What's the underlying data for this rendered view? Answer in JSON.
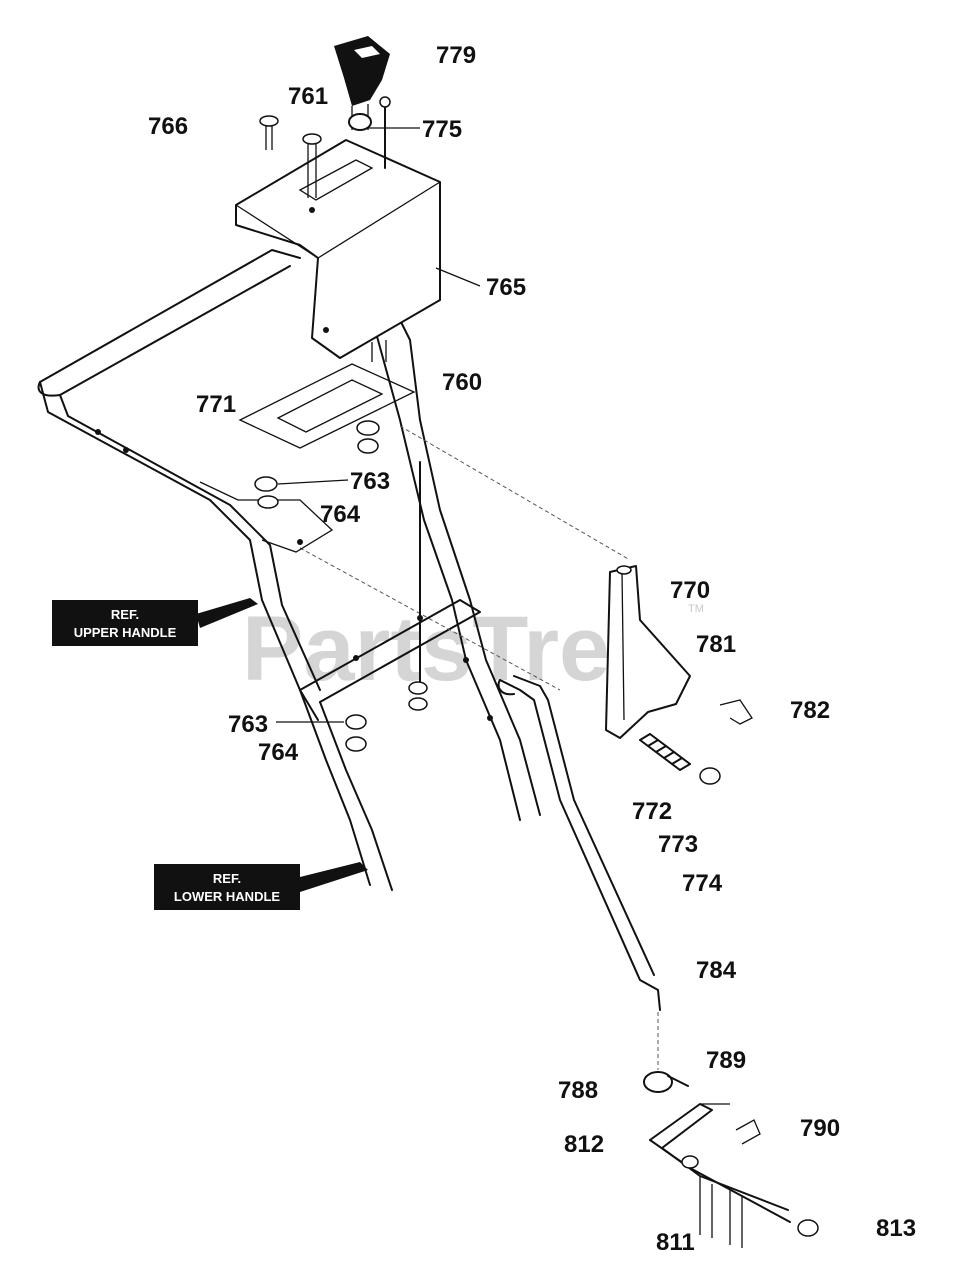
{
  "watermark": {
    "text": "PartsTree",
    "trademark": "TM"
  },
  "ref_labels": {
    "upper_handle": {
      "line1": "REF.",
      "line2": "UPPER HANDLE"
    },
    "lower_handle": {
      "line1": "REF.",
      "line2": "LOWER HANDLE"
    }
  },
  "parts": {
    "p779": "779",
    "p761": "761",
    "p766": "766",
    "p775": "775",
    "p765": "765",
    "p760": "760",
    "p771": "771",
    "p763a": "763",
    "p764a": "764",
    "p770": "770",
    "p781": "781",
    "p782": "782",
    "p763b": "763",
    "p764b": "764",
    "p772": "772",
    "p773": "773",
    "p774": "774",
    "p784": "784",
    "p789": "789",
    "p788": "788",
    "p790": "790",
    "p812": "812",
    "p811": "811",
    "p813": "813"
  },
  "colors": {
    "line": "#111111",
    "watermark": "#c8c8c8",
    "background": "#ffffff"
  }
}
